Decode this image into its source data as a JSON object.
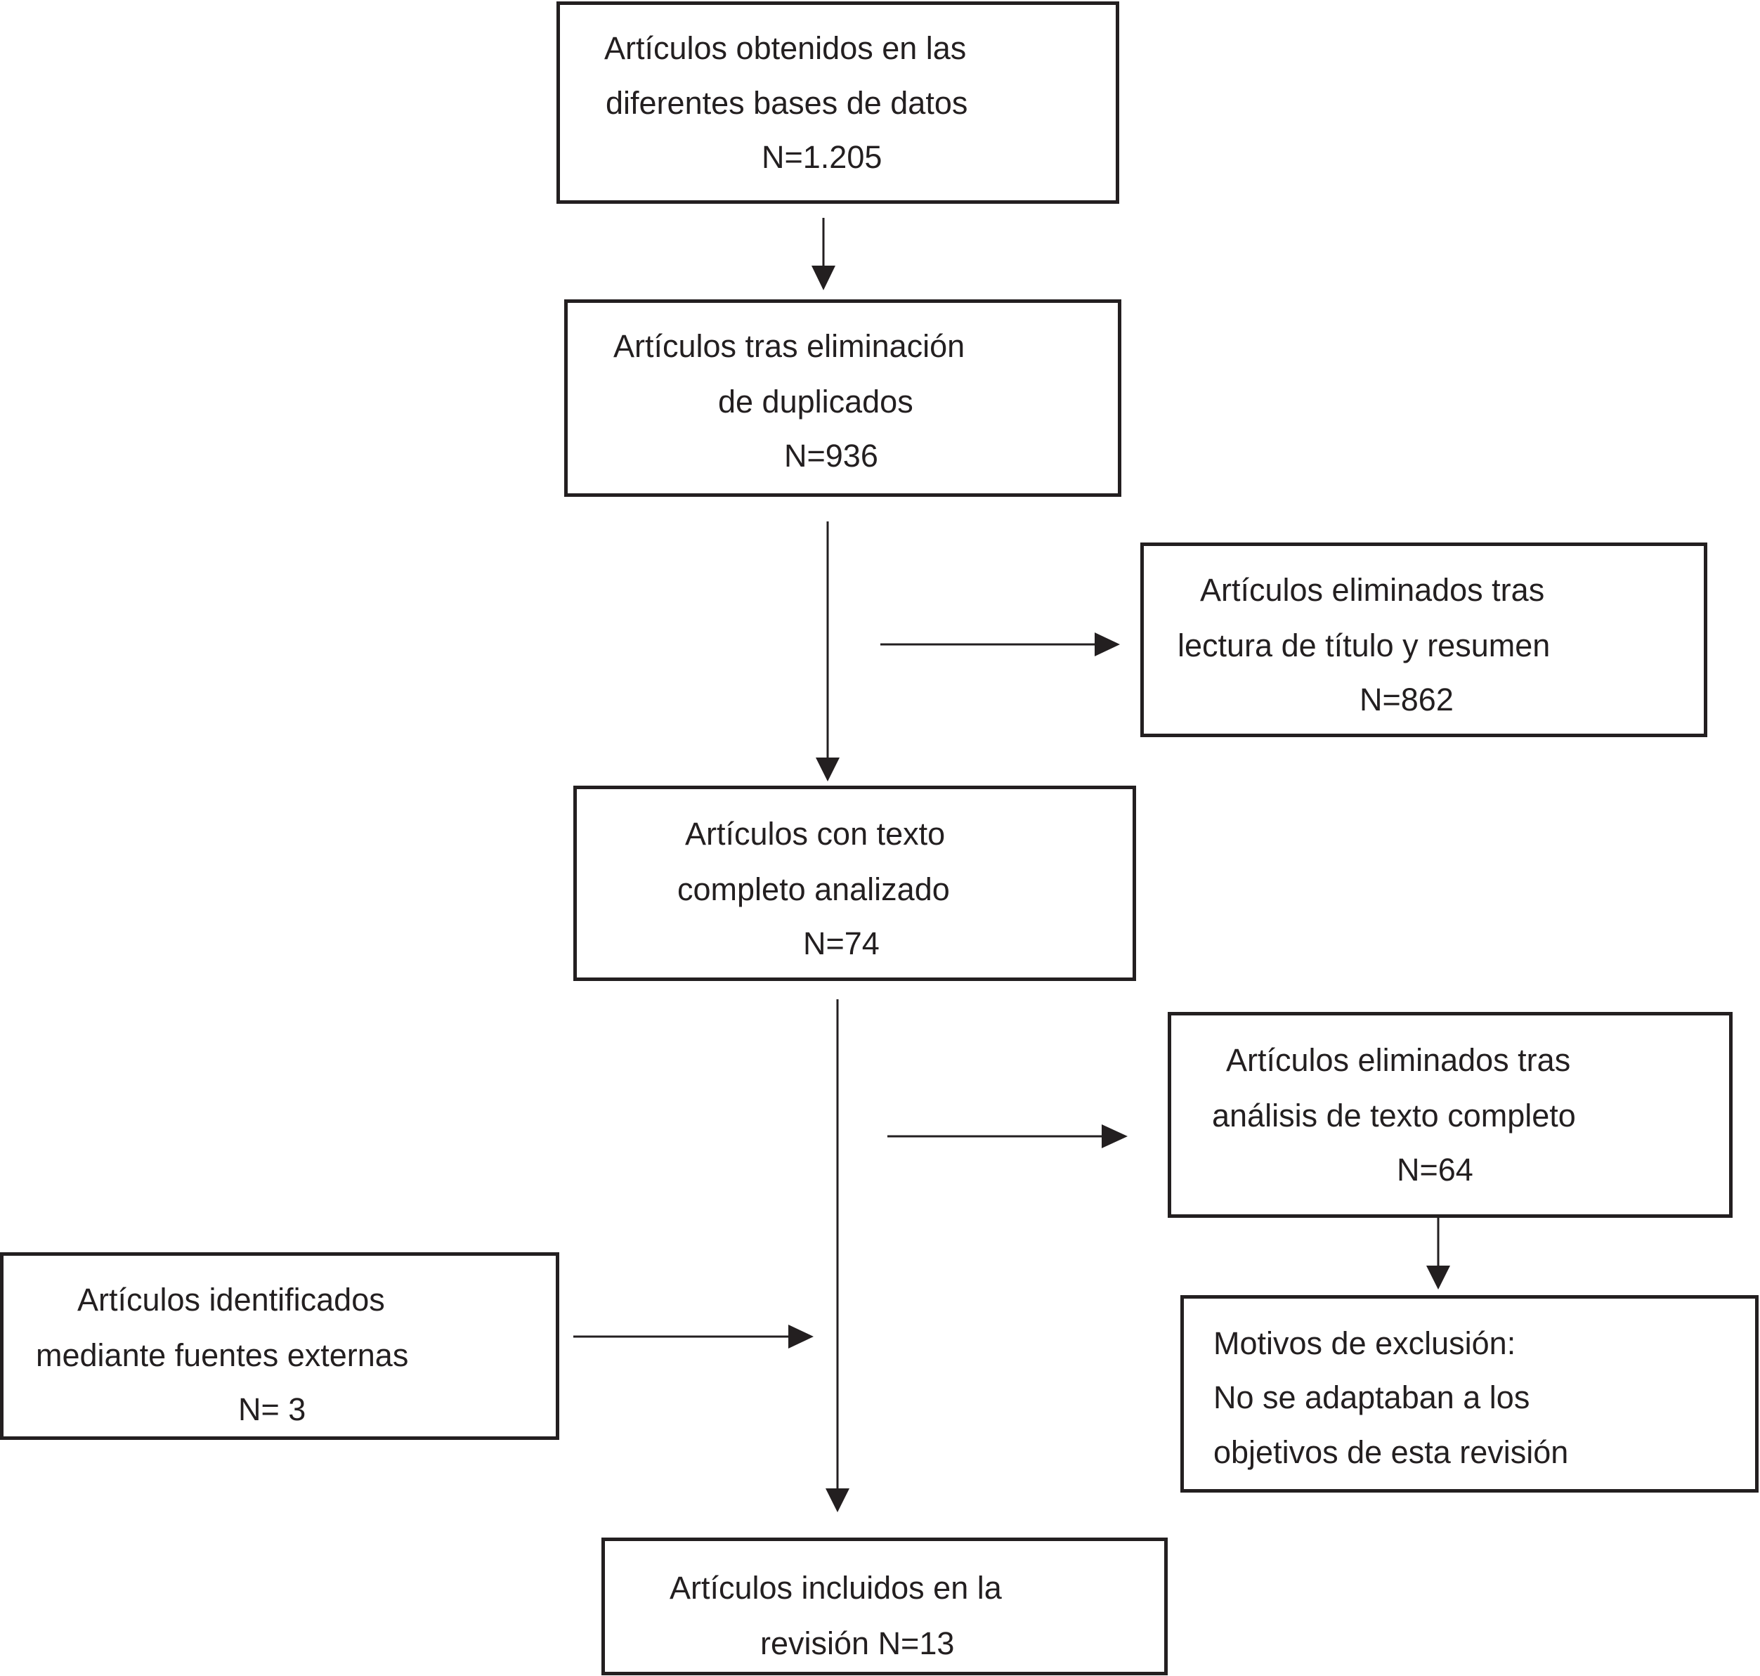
{
  "flowchart": {
    "box1": {
      "lines": [
        "Artículos obtenidos en las",
        "diferentes bases de datos",
        "N=1.205"
      ]
    },
    "box2": {
      "lines": [
        "Artículos tras eliminación",
        "de duplicados",
        "N=936"
      ]
    },
    "box3": {
      "lines": [
        "Artículos eliminados tras",
        "lectura de título y resumen",
        "N=862"
      ]
    },
    "box4": {
      "lines": [
        "Artículos con texto",
        "completo analizado",
        "N=74"
      ]
    },
    "box5": {
      "lines": [
        "Artículos eliminados tras",
        "análisis de texto completo",
        "N=64"
      ]
    },
    "box6": {
      "lines": [
        "Artículos identificados",
        "mediante fuentes externas",
        "N= 3"
      ]
    },
    "box7": {
      "lines": [
        "Motivos de exclusión:",
        "No se adaptaban a los",
        "objetivos de esta revisión"
      ]
    },
    "box8": {
      "lines": [
        "Artículos incluidos en la",
        "revisión N=13"
      ]
    }
  },
  "colors": {
    "stroke": "#231f20",
    "background": "#ffffff",
    "text": "#231f20"
  }
}
